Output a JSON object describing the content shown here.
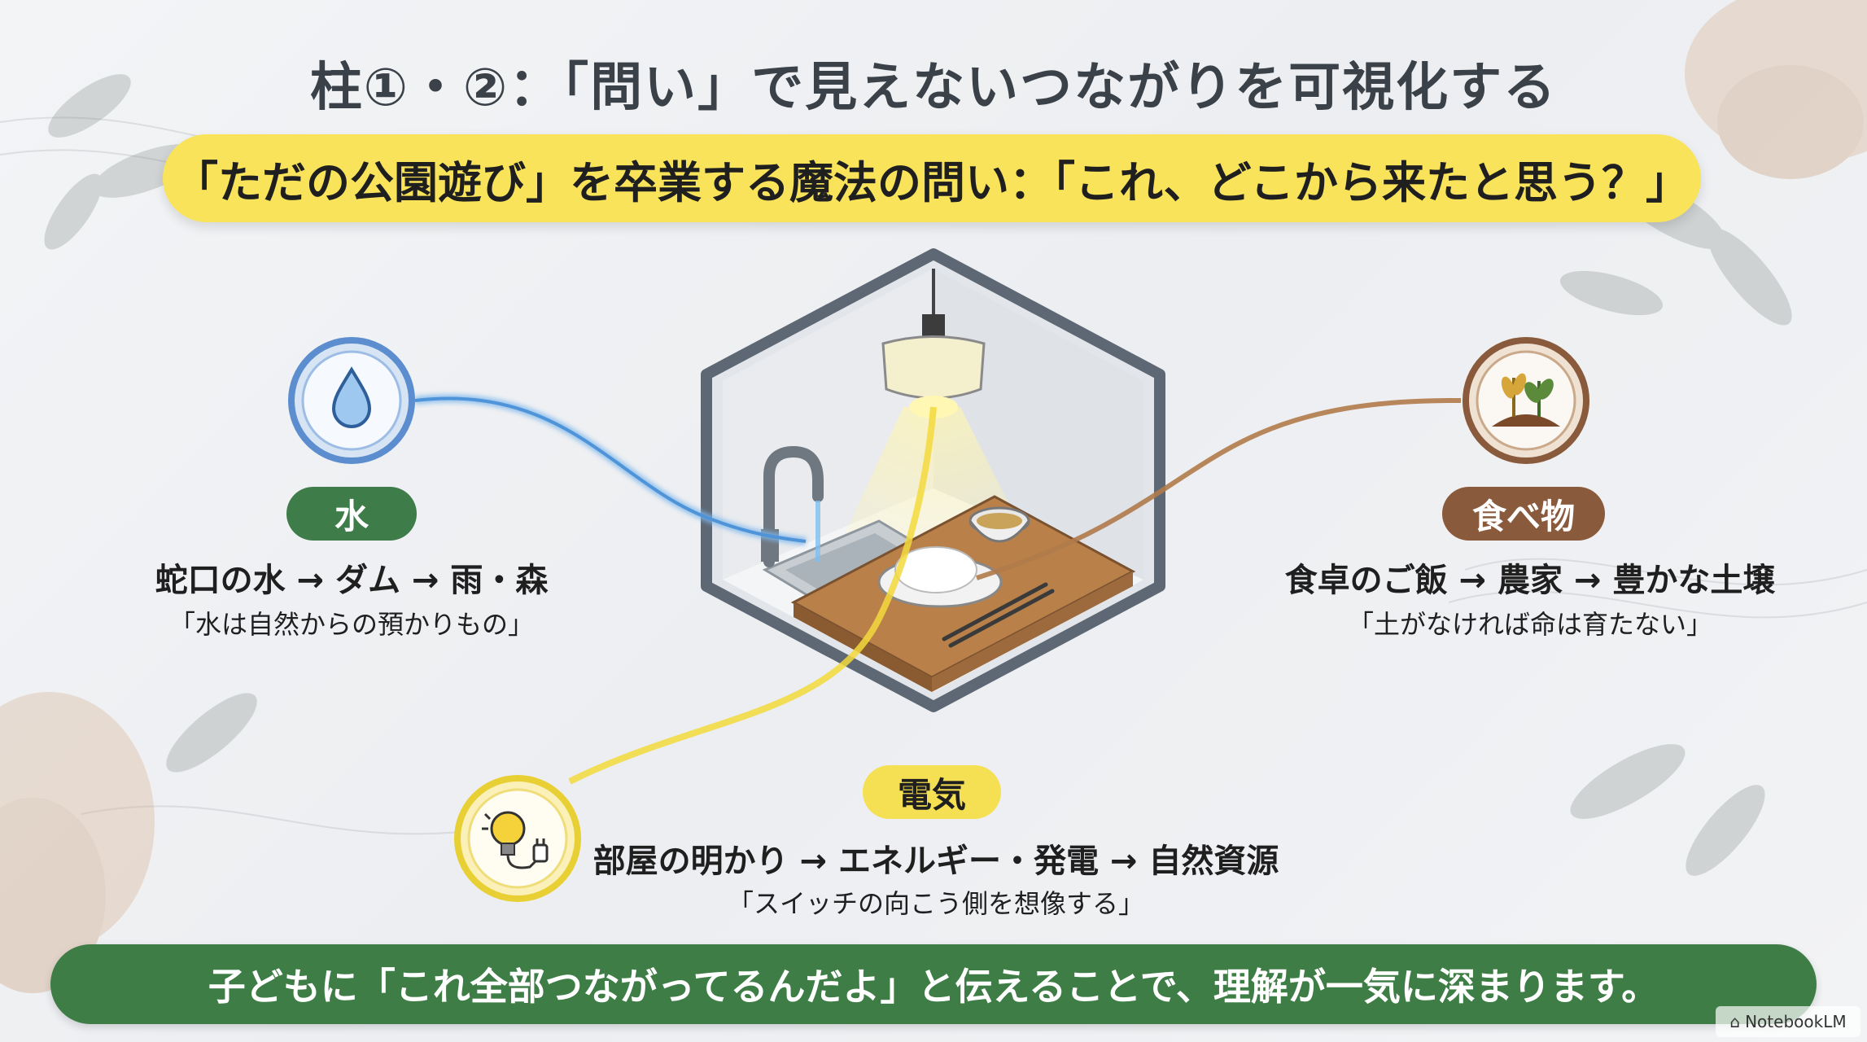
{
  "title": "柱①・②：「問い」で見えないつながりを可視化する",
  "subtitle": "「ただの公園遊び」を卒業する魔法の問い：「これ、どこから来たと思う？」",
  "nodes": {
    "water": {
      "label": "水",
      "chain": "蛇口の水 → ダム → 雨・森",
      "quote": "「水は自然からの預かりもの」",
      "color": "#3e7c49",
      "icon": "water-drop-icon"
    },
    "food": {
      "label": "食べ物",
      "chain": "食卓のご飯 → 農家 → 豊かな土壌",
      "quote": "「土がなければ命は育たない」",
      "color": "#8a5a3c",
      "icon": "sprout-soil-icon"
    },
    "electricity": {
      "label": "電気",
      "chain": "部屋の明かり → エネルギー・発電 → 自然資源",
      "quote": "「スイッチの向こう側を想像する」",
      "color": "#f5df52",
      "icon": "lightbulb-plug-icon"
    }
  },
  "footer": "子どもに「これ全部つながってるんだよ」と伝えることで、理解が一気に深まります。",
  "watermark": "NotebookLM"
}
